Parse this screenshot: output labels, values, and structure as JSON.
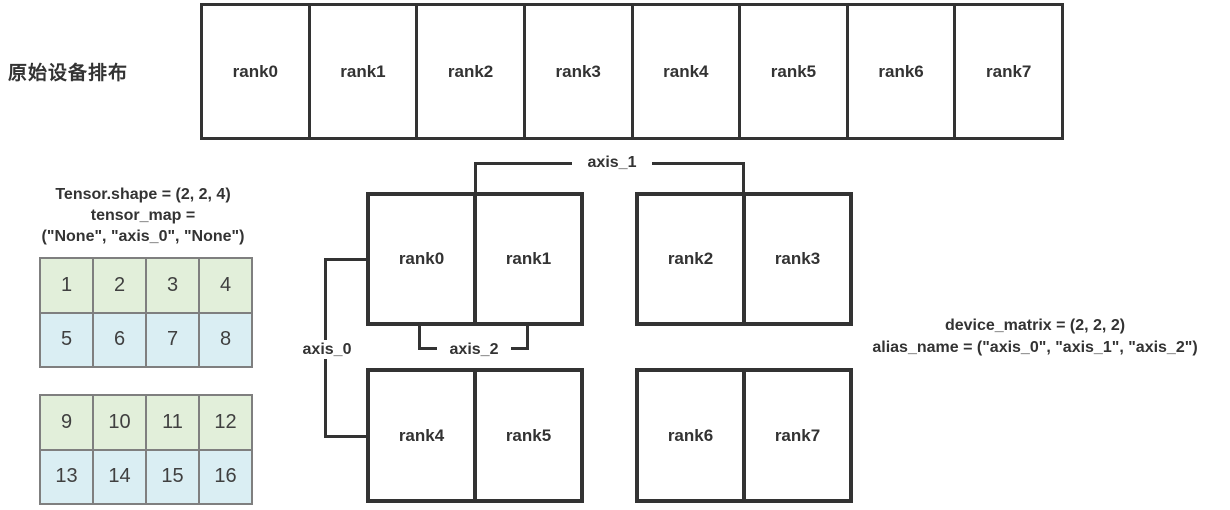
{
  "original_label": "原始设备排布",
  "top_row": {
    "ranks": [
      "rank0",
      "rank1",
      "rank2",
      "rank3",
      "rank4",
      "rank5",
      "rank6",
      "rank7"
    ]
  },
  "tensor_info": {
    "shape": "Tensor.shape = (2, 2, 4)",
    "map_label": "tensor_map =",
    "map_value": "(\"None\", \"axis_0\", \"None\")"
  },
  "tensor_tables": [
    {
      "rows": [
        [
          1,
          2,
          3,
          4
        ],
        [
          5,
          6,
          7,
          8
        ]
      ]
    },
    {
      "rows": [
        [
          9,
          10,
          11,
          12
        ],
        [
          13,
          14,
          15,
          16
        ]
      ]
    }
  ],
  "device_groups": [
    {
      "ranks": [
        "rank0",
        "rank1"
      ]
    },
    {
      "ranks": [
        "rank2",
        "rank3"
      ]
    },
    {
      "ranks": [
        "rank4",
        "rank5"
      ]
    },
    {
      "ranks": [
        "rank6",
        "rank7"
      ]
    }
  ],
  "axis_labels": {
    "axis_0": "axis_0",
    "axis_1": "axis_1",
    "axis_2": "axis_2"
  },
  "device_info": {
    "matrix": "device_matrix = (2, 2, 2)",
    "alias": "alias_name = (\"axis_0\", \"axis_1\", \"axis_2\")"
  },
  "colors": {
    "table_row1_fill": "#e2efda",
    "table_row2_fill": "#daeef3",
    "table_border": "#7f7f7f",
    "line": "#333333",
    "text": "#333333"
  }
}
